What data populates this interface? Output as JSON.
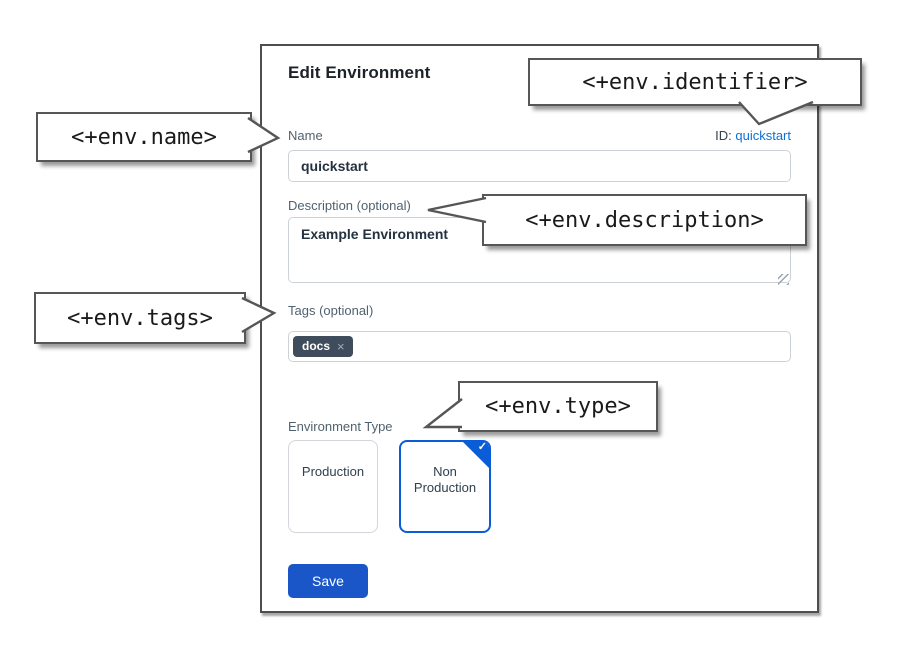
{
  "dialog": {
    "title": "Edit Environment",
    "name_field": {
      "label": "Name",
      "value": "quickstart"
    },
    "identifier": {
      "label": "ID:",
      "value": "quickstart"
    },
    "description_field": {
      "label": "Description (optional)",
      "value": "Example Environment"
    },
    "tags_field": {
      "label": "Tags (optional)",
      "chips": [
        {
          "label": "docs",
          "remove_glyph": "×"
        }
      ]
    },
    "type_field": {
      "label": "Environment Type",
      "options": [
        {
          "label": "Production",
          "selected": false
        },
        {
          "label": "Non Production",
          "selected": true,
          "check_glyph": "✓"
        }
      ]
    },
    "save_button": "Save"
  },
  "callouts": {
    "name": "<+env.name>",
    "identifier": "<+env.identifier>",
    "description": "<+env.description>",
    "tags": "<+env.tags>",
    "type": "<+env.type>"
  },
  "colors": {
    "link_blue": "#0b71d6",
    "primary_button_blue": "#1a56c7",
    "selected_card_blue": "#0b5cd7",
    "tag_chip_bg": "#3e4c5b",
    "label_gray": "#50626f",
    "dialog_border": "#4e4e4e",
    "callout_border": "#565656"
  }
}
